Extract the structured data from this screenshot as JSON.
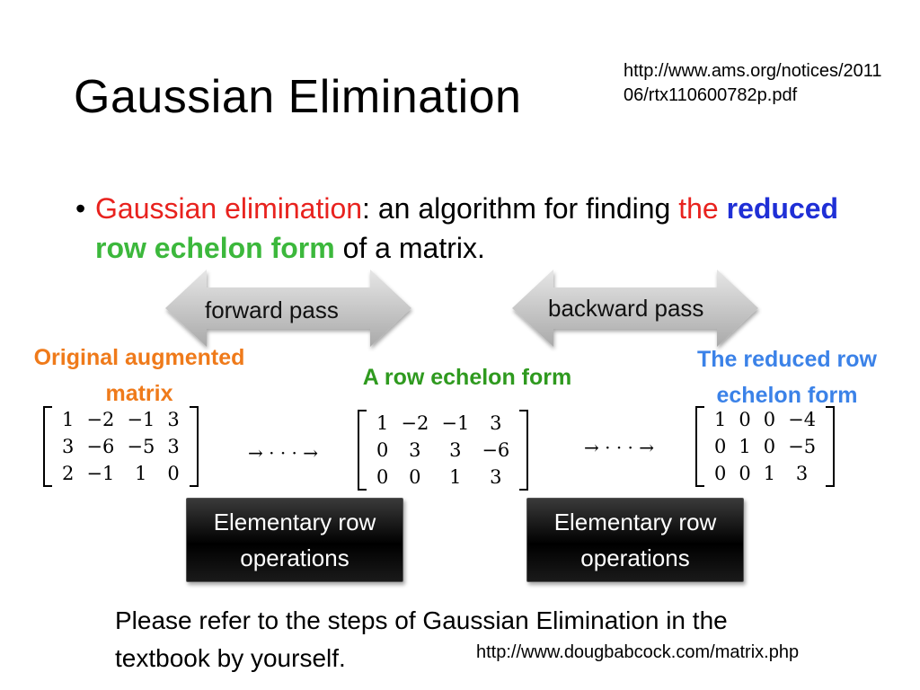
{
  "slide": {
    "title": "Gaussian Elimination",
    "source_top": "http://www.ams.org/notices/201106/rtx110600782p.pdf",
    "bullet": {
      "term": "Gaussian elimination",
      "text1": ": an algorithm for finding ",
      "the": "the",
      "reduced": "reduced",
      "ref": "row echelon form",
      "text2": " of a matrix."
    },
    "arrows": {
      "forward": "forward pass",
      "backward": "backward pass"
    },
    "stages": {
      "original": "Original augmented matrix",
      "ref": "A row echelon form",
      "rref": "The reduced row echelon form"
    },
    "matrices": {
      "original": [
        [
          "1",
          "−2",
          "−1",
          "3"
        ],
        [
          "3",
          "−6",
          "−5",
          "3"
        ],
        [
          "2",
          "−1",
          "1",
          "0"
        ]
      ],
      "ref": [
        [
          "1",
          "−2",
          "−1",
          "3"
        ],
        [
          "0",
          "3",
          "3",
          "−6"
        ],
        [
          "0",
          "0",
          "1",
          "3"
        ]
      ],
      "rref": [
        [
          "1",
          "0",
          "0",
          "−4"
        ],
        [
          "0",
          "1",
          "0",
          "−5"
        ],
        [
          "0",
          "0",
          "1",
          "3"
        ]
      ]
    },
    "maps_to": "→ · · · →",
    "operations_label": "Elementary row operations",
    "note": "Please refer to the steps of Gaussian Elimination in the textbook by yourself.",
    "source_bottom": "http://www.dougbabcock.com/matrix.php"
  },
  "colors": {
    "term": "#e8221e",
    "the": "#e8221e",
    "reduced": "#1f2fd6",
    "ref": "#3cb83c",
    "original_label": "#ef7a1a",
    "ref_label": "#2f9a1f",
    "rref_label": "#3b82e8",
    "arrow_fill": "#c9c9c9"
  },
  "icons": [
    "double-arrow-icon"
  ]
}
